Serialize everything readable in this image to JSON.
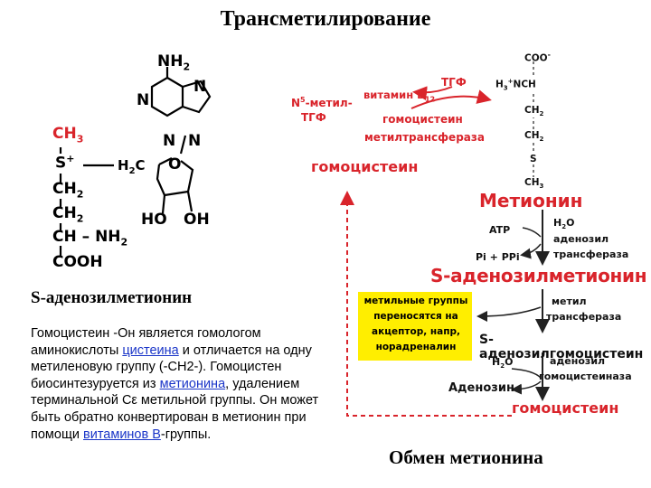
{
  "title": "Трансметилирование",
  "sam_structure": {
    "ch3": "CH",
    "ch3_sub": "3",
    "s": "S",
    "s_charge": "+",
    "h2c_left": "H",
    "h2c_sub": "2",
    "h2c_right": "C",
    "ch2_a": "CH",
    "ch2_a_sub": "2",
    "ch2_b": "CH",
    "ch2_b_sub": "2",
    "ch": "CH",
    "nh2_side": "NH",
    "nh2_side_sub": "2",
    "cooh": "COOH",
    "nh2_top": "NH",
    "nh2_top_sub": "2",
    "n1": "N",
    "n2": "N",
    "n3": "N",
    "n4": "N",
    "o": "O",
    "ho": "HO",
    "oh": "OH"
  },
  "sam_label": "S-аденозилметионин",
  "description": {
    "p1": "Гомоцистеин -Он является гомологом аминокислоты ",
    "link1": "цистеина",
    "p2": " и отличается на одну метиленовую группу (-CH2-). Гомоцистен биосинтезуруется из ",
    "link2": "метионина",
    "p3": ", удалением терминальной Cε метильной группы. Он может быть обратно конвертирован в метионин при помощи ",
    "link3": "витаминов B",
    "p4": "-группы."
  },
  "cycle": {
    "n5_methyl_a": "N",
    "n5_methyl_sup": "5",
    "n5_methyl_b": "-метил-",
    "tgf_left": "ТГФ",
    "vitamin_b12": "витамин B",
    "vitamin_b12_sub": "12",
    "tgf_right": "ТГФ",
    "homocysteine_methyltransferase_1": "гомоцистеин",
    "homocysteine_methyltransferase_2": "метилтрансфераза",
    "homocysteine_top": "гомоцистеин",
    "coo": "COO",
    "coo_charge": "-",
    "h3n": "H",
    "h3n_sub": "3",
    "h3n_charge": "+",
    "h3n_rest": "NCH",
    "ch2_1": "CH",
    "ch2_1_sub": "2",
    "ch2_2": "CH",
    "ch2_2_sub": "2",
    "s": "S",
    "ch3": "CH",
    "ch3_sub": "3",
    "methionine": "Метионин",
    "atp": "ATP",
    "h2o": "H",
    "h2o_sub": "2",
    "h2o_rest": "O",
    "adenosyl": "аденозил",
    "transferase": "трансфераза",
    "pi_ppi": "Pi + PPi",
    "sam": "S-аденозилметионин",
    "methyl_groups": [
      "метильные группы",
      "переносятся на",
      "акцептор, напр,",
      "норадреналин"
    ],
    "methyl": "метил",
    "transferase2": "трансфераза",
    "sah": "S-аденозилгомоцистеин",
    "h2o_2": "H",
    "h2o_2_sub": "2",
    "h2o_2_rest": "O",
    "adenosyl2": "аденозил",
    "homocysteinase": "гомоцистеиназа",
    "adenosine": "Аденозин",
    "homocysteine_bottom": "гомоцистеин"
  },
  "caption": "Обмен метионина",
  "colors": {
    "red": "#d9242b",
    "yellow": "#ffee00",
    "link": "#1a35c8"
  }
}
